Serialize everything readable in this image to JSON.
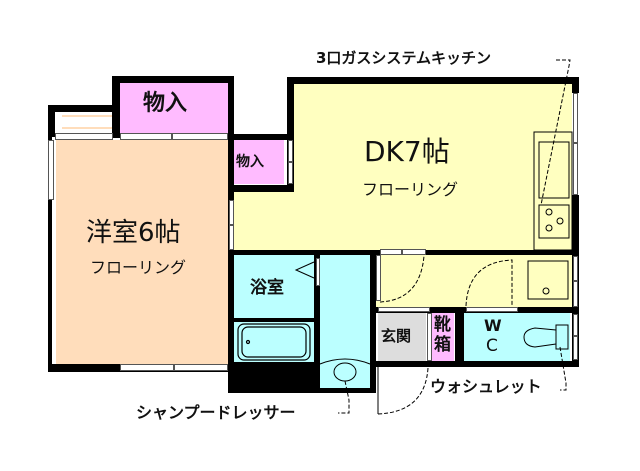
{
  "plan": {
    "colors": {
      "wall": "#000000",
      "western_room": "#FFDDBB",
      "closet": "#FFBBFF",
      "dk": "#FFFFC0",
      "wet_area": "#BBFFFF",
      "entrance": "#DDDDDD",
      "background": "#FFFFFF"
    },
    "rooms": {
      "western": {
        "name": "洋室6帖",
        "floor": "フローリング"
      },
      "closet_large": {
        "name": "物入"
      },
      "closet_small": {
        "name": "物入"
      },
      "dk": {
        "name": "DK7帖",
        "floor": "フローリング"
      },
      "bath": {
        "name": "浴室"
      },
      "entrance": {
        "name": "玄関"
      },
      "shoe_box": {
        "name": "靴箱",
        "line1": "靴",
        "line2": "箱"
      },
      "wc": {
        "name": "WC",
        "line1": "W",
        "line2": "C"
      }
    },
    "callouts": {
      "kitchen": "3口ガスシステムキッチン",
      "washlet": "ウォシュレット",
      "shampoo_dresser": "シャンプードレッサー"
    }
  }
}
